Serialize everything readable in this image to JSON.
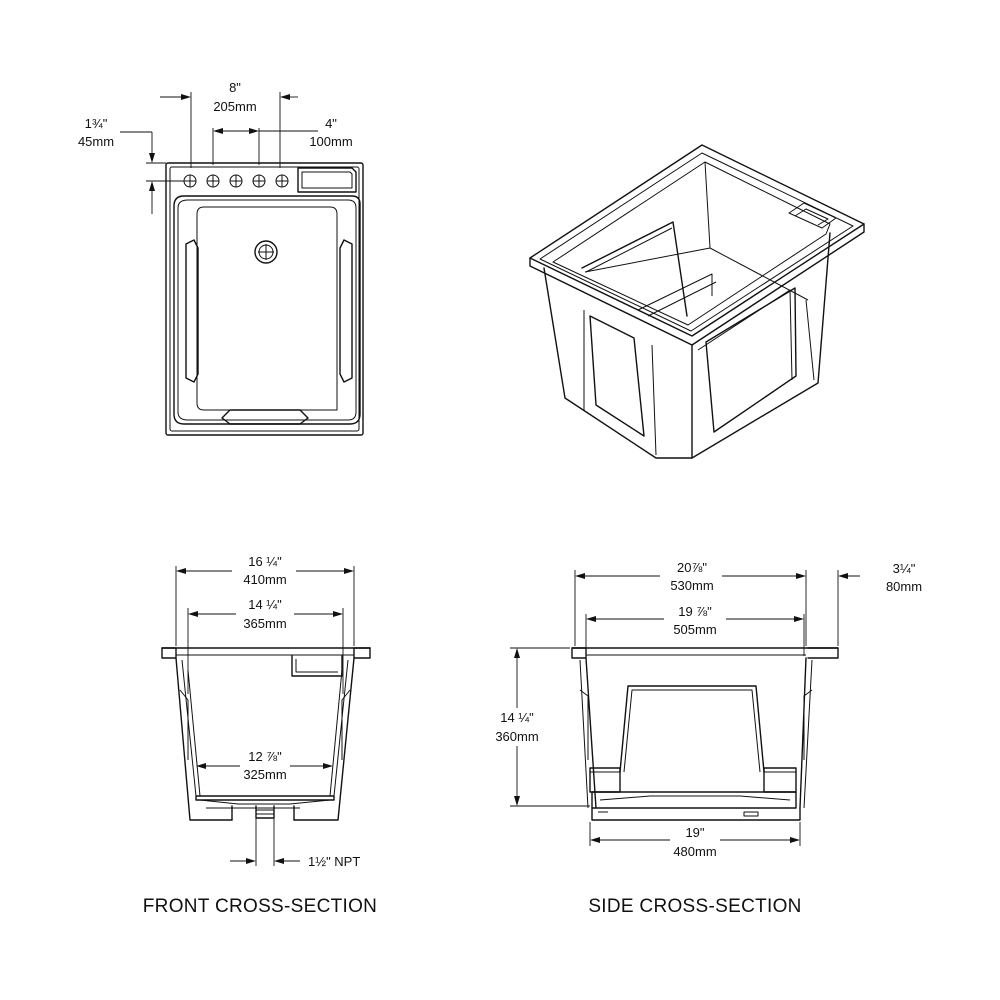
{
  "top_view": {
    "dim_width_in": "8\"",
    "dim_width_mm": "205mm",
    "dim_spacing_in": "4\"",
    "dim_spacing_mm": "100mm",
    "dim_edge_in": "1¾\"",
    "dim_edge_mm": "45mm"
  },
  "front_section": {
    "dim_outer_in": "16 ¼\"",
    "dim_outer_mm": "410mm",
    "dim_inner_in": "14 ¼\"",
    "dim_inner_mm": "365mm",
    "dim_bottom_in": "12 ⅞\"",
    "dim_bottom_mm": "325mm",
    "dim_drain": "1½\" NPT",
    "caption": "FRONT CROSS-SECTION"
  },
  "side_section": {
    "dim_outer_in": "20⅞\"",
    "dim_outer_mm": "530mm",
    "dim_inner_in": "19 ⅞\"",
    "dim_inner_mm": "505mm",
    "dim_ledge_in": "3¼\"",
    "dim_ledge_mm": "80mm",
    "dim_height_in": "14 ¼\"",
    "dim_height_mm": "360mm",
    "dim_base_in": "19\"",
    "dim_base_mm": "480mm",
    "caption": "SIDE CROSS-SECTION"
  }
}
